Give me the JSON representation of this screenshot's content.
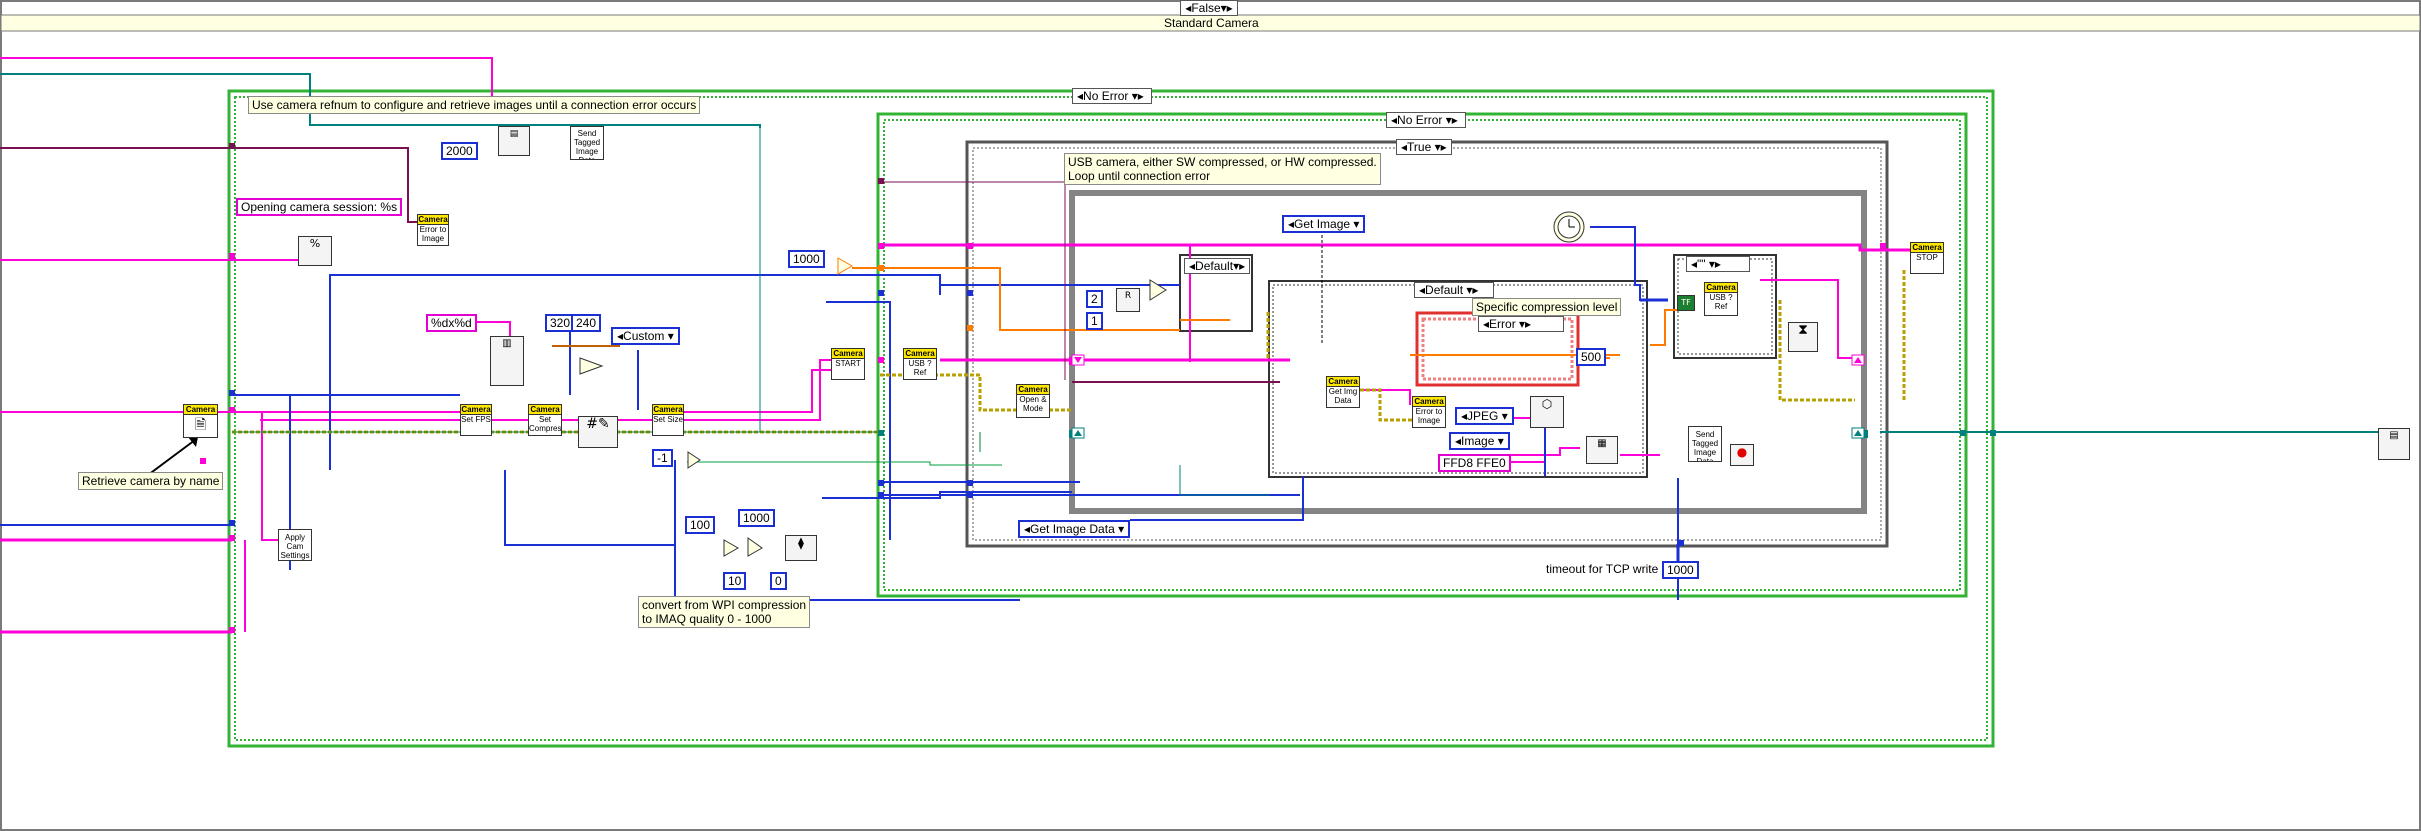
{
  "case_structure": {
    "selector": "False",
    "title": "Standard Camera"
  },
  "outer_frame": {
    "selector": "No Error",
    "comment": "Use camera refnum to configure and retrieve images until a connection error occurs"
  },
  "inner_frame": {
    "selector": "No Error"
  },
  "true_case": {
    "selector": "True",
    "comment_line1": "USB camera, either SW compressed, or HW compressed.",
    "comment_line2": "Loop until connection error"
  },
  "left_section": {
    "retrieve_comment": "Retrieve camera by name",
    "opening_session_string": "Opening camera session: %s",
    "format_string": "%dx%d",
    "width_const": "320",
    "height_const": "240",
    "custom_enum": "Custom",
    "timeout_const": "2000",
    "neg_one_const": "-1",
    "hundred_const": "100",
    "thousand_const": "1000",
    "ten_const": "10",
    "zero_const": "0",
    "wpi_comment_line1": "convert from WPI compression",
    "wpi_comment_line2": "to IMAQ quality 0 - 1000"
  },
  "subvis": {
    "cam_header": "Camera",
    "error_to_image": "Error to Image",
    "send_tagged_1": "Send Tagged Image Data",
    "set_fps": "Set FPS",
    "set_compress": "Set Compress",
    "set_size": "Set Size",
    "apply_cam_settings": "Apply Cam Settings",
    "start": "START",
    "usb_ref": "USB ? Ref",
    "open_mode": "Open & Mode",
    "get_img_data": "Get Img Data",
    "error_to_image_2": "Error to Image",
    "usb_ref_2": "USB ? Ref",
    "send_tagged_2": "Send Tagged Image Data",
    "stop": "STOP"
  },
  "loop_section": {
    "loop_rate_const": "1000",
    "two_const": "2",
    "one_const": "1",
    "default_selector": "Default",
    "get_image_enum": "Get Image",
    "inner_default": "Default",
    "compression_comment": "Specific compression level",
    "error_selector": "Error",
    "five_hundred_const": "500",
    "jpeg_enum": "JPEG",
    "image_enum": "Image",
    "hex_const": "FFD8 FFE0",
    "get_image_data_enum": "Get Image Data",
    "empty_selector": "\"\"",
    "tcp_timeout_label": "timeout for TCP write",
    "tcp_timeout_const": "1000"
  },
  "colors": {
    "case_frame": "#33b333",
    "wire_pink": "#ff00d8",
    "wire_blue": "#1a2fd4",
    "wire_orange": "#ff7b00",
    "wire_green": "#007f3f",
    "wire_teal": "#007f7f",
    "wire_olive": "#b8a000",
    "wire_purple": "#7a0f52",
    "loop_gray": "#848484",
    "comment_bg": "#ffffe1"
  }
}
